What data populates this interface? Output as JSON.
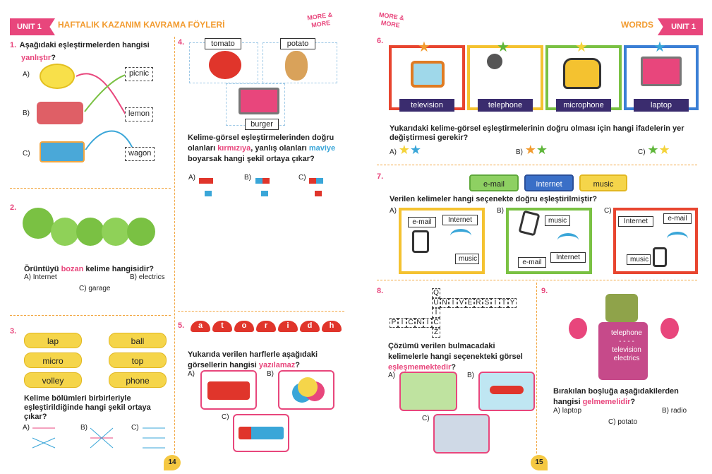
{
  "left_page": {
    "unit_badge": "UNIT 1",
    "header_title": "HAFTALIK KAZANIM KAVRAMA FÖYLERİ",
    "logo_text": "MORE & MORE",
    "page_number": "14",
    "q1": {
      "num": "1.",
      "text_a": "Aşağıdaki eşleştirmelerden hangisi",
      "text_b": "yanlıştır",
      "text_c": "?",
      "labels": [
        "A)",
        "B)",
        "C)"
      ],
      "words": [
        "picnic",
        "lemon",
        "wagon"
      ]
    },
    "q2": {
      "num": "2.",
      "text_a": "Örüntüyü ",
      "text_b": "bozan",
      "text_c": " kelime hangisidir?",
      "opt_a": "A) Internet",
      "opt_b": "B) electrics",
      "opt_c": "C) garage"
    },
    "q3": {
      "num": "3.",
      "pills_left": [
        "lap",
        "micro",
        "volley"
      ],
      "pills_right": [
        "ball",
        "top",
        "phone"
      ],
      "text": "Kelime bölümleri birbirleriyle eşleştirildiğinde hangi şekil ortaya çıkar?",
      "labels": [
        "A)",
        "B)",
        "C)"
      ]
    },
    "q4": {
      "num": "4.",
      "words": [
        "tomato",
        "potato",
        "burger"
      ],
      "text_a": "Kelime-görsel eşleştirmelerinden doğru olanları ",
      "text_red": "kırmızıya",
      "text_b": ", yanlış olanları ",
      "text_blue": "maviye",
      "text_c": " boyarsak hangi şekil ortaya çıkar?",
      "labels": [
        "A)",
        "B)",
        "C)"
      ]
    },
    "q5": {
      "num": "5.",
      "letters": [
        "a",
        "t",
        "o",
        "r",
        "i",
        "d",
        "h"
      ],
      "text_a": "Yukarıda verilen harflerle aşağıdaki görsellerin hangisi ",
      "text_red": "yazılamaz",
      "text_c": "?",
      "labels": [
        "A)",
        "B)",
        "C)"
      ]
    }
  },
  "right_page": {
    "unit_badge": "UNIT 1",
    "header_title": "WORDS",
    "logo_text": "MORE & MORE",
    "page_number": "15",
    "q6": {
      "num": "6.",
      "labels_under": [
        "television",
        "telephone",
        "microphone",
        "laptop"
      ],
      "text": "Yukarıdaki kelime-görsel eşleştirmelerinin doğru olması için hangi ifadelerin yer değiştirmesi gerekir?",
      "labels": [
        "A)",
        "B)",
        "C)"
      ]
    },
    "q7": {
      "num": "7.",
      "chips": [
        "e-mail",
        "Internet",
        "music"
      ],
      "text": "Verilen kelimeler hangi seçenekte doğru eşleştirilmiştir?",
      "labels": [
        "A)",
        "B)",
        "C)"
      ],
      "a_words": [
        "e-mail",
        "Internet",
        "music"
      ],
      "b_words": [
        "music",
        "Internet",
        "e-mail"
      ],
      "c_words": [
        "Internet",
        "e-mail",
        "music"
      ]
    },
    "q8": {
      "num": "8.",
      "vertical": [
        "Q",
        "U",
        "I",
        "Z"
      ],
      "horizontal_1": [
        "U",
        "N",
        "I",
        "V",
        "E",
        "R",
        "S",
        "I",
        "T",
        "Y"
      ],
      "horizontal_2": [
        "P",
        "I",
        "C",
        "N",
        "I",
        "C"
      ],
      "text_a": "Çözümü verilen bulmacadaki kelimelerle hangi seçenekteki görsel ",
      "text_red": "eşleşmemektedir",
      "text_c": "?",
      "labels": [
        "A)",
        "B)",
        "C)"
      ]
    },
    "q9": {
      "num": "9.",
      "robot_words": [
        "telephone",
        "- - - -",
        "television",
        "electrics"
      ],
      "text_a": "Bırakılan boşluğa aşağıdakilerden hangisi ",
      "text_red": "gelmemelidir",
      "text_c": "?",
      "opt_a": "A) laptop",
      "opt_b": "B) radio",
      "opt_c": "C) potato"
    }
  },
  "colors": {
    "accent": "#e8467c",
    "orange_divider": "#f2a640",
    "yellow_pill": "#f5d54a",
    "frame_red": "#e8452f",
    "frame_yellow": "#f4c230",
    "frame_green": "#7ac143",
    "frame_blue": "#3a7fd5"
  }
}
